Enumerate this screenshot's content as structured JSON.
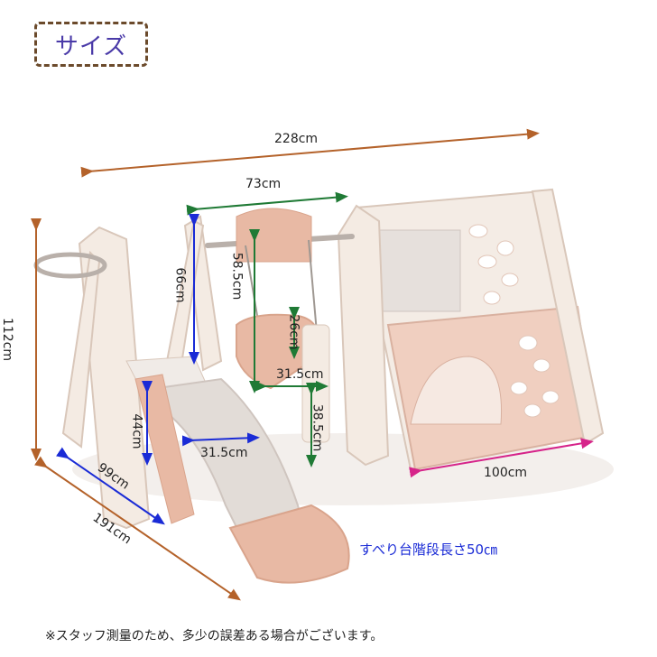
{
  "title": "サイズ",
  "dimensions": {
    "total_width": "228cm",
    "total_height": "112cm",
    "depth": "191cm",
    "swing_width": "73cm",
    "swing_frame_height": "66cm",
    "swing_chain": "58.5cm",
    "seat_height": "26cm",
    "seat_width": "31.5cm",
    "seat_ground": "38.5cm",
    "slide_width": "31.5cm",
    "step_height": "44cm",
    "slide_depth": "99cm",
    "climber_width": "100cm"
  },
  "slide_note": "すべり台階段長さ50㎝",
  "footnote": "※スタッフ測量のため、多少の誤差ある場合がございます。",
  "colors": {
    "brown": "#b4622a",
    "green": "#1f7a35",
    "blue": "#1a2bd6",
    "magenta": "#d6248a",
    "frame": "#f2e6dc",
    "pink": "#e8b9a4"
  }
}
